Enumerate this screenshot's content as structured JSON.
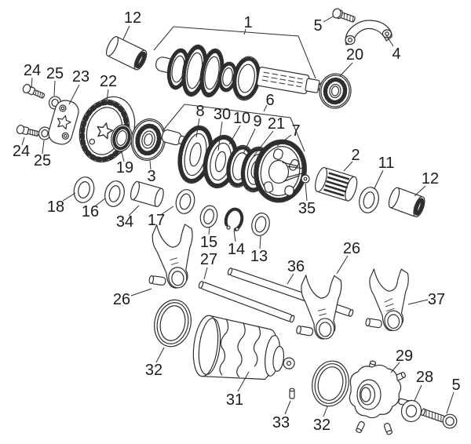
{
  "diagram": {
    "background": "#ffffff",
    "ink": "#2e2e2e",
    "callouts": {
      "n12a": "12",
      "n1": "1",
      "n5a": "5",
      "n4": "4",
      "n20": "20",
      "n24a": "24",
      "n25a": "25",
      "n23": "23",
      "n22": "22",
      "n24b": "24",
      "n25b": "25",
      "n19": "19",
      "n3": "3",
      "n8": "8",
      "n30": "30",
      "n10": "10",
      "n9": "9",
      "n21": "21",
      "n6": "6",
      "n7": "7",
      "n2": "2",
      "n11": "11",
      "n12b": "12",
      "n35": "35",
      "n18": "18",
      "n16": "16",
      "n34": "34",
      "n17": "17",
      "n15": "15",
      "n14": "14",
      "n13": "13",
      "n26a": "26",
      "n27": "27",
      "n36": "36",
      "n26b": "26",
      "n37": "37",
      "n32a": "32",
      "n31": "31",
      "n33": "33",
      "n32b": "32",
      "n29": "29",
      "n28": "28",
      "n5b": "5"
    }
  }
}
